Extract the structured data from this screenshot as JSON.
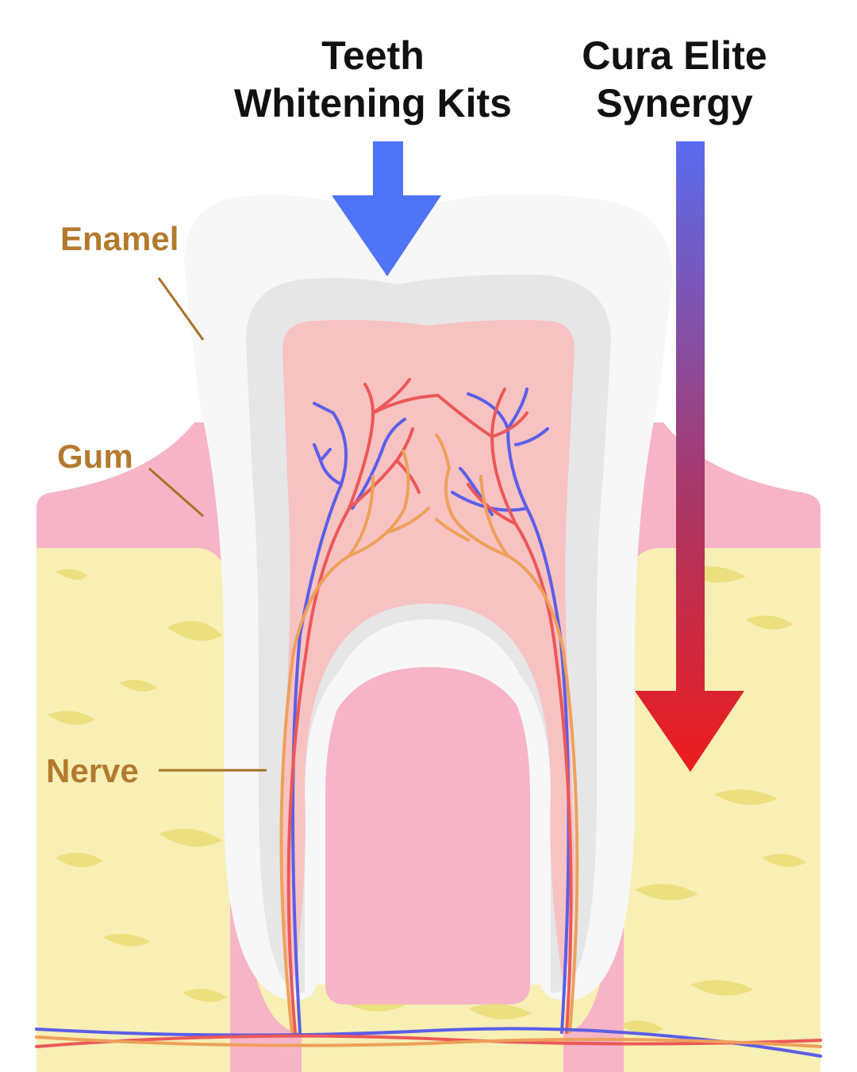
{
  "titles": {
    "left": {
      "line1": "Teeth",
      "line2": "Whitening Kits"
    },
    "right": {
      "line1": "Cura Elite",
      "line2": "Synergy"
    }
  },
  "labels": {
    "enamel": "Enamel",
    "gum": "Gum",
    "nerve": "Nerve"
  },
  "colors": {
    "label_text": "#b37a2e",
    "leader_line": "#a67228",
    "bone": "#f7efb4",
    "bone_spots": "#ebdf7e",
    "gum": "#f7b4c6",
    "enamel": "#f7f7f7",
    "dentin": "#e6e6e6",
    "pulp": "#f7c2c2",
    "arrow_blue": "#4f74f7",
    "arrow_top": "#5a6cf0",
    "arrow_bottom": "#ee1c1c",
    "vessel_blue": "#5b5ee8",
    "vessel_red": "#ec5858",
    "nerve_orange": "#eea05a"
  }
}
